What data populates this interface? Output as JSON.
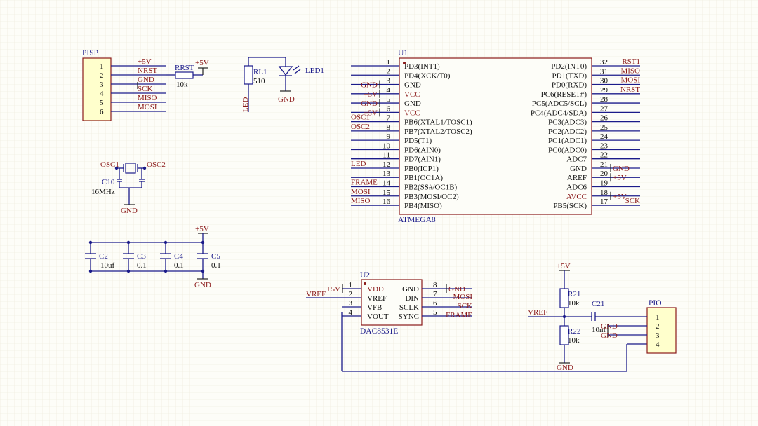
{
  "pisp": {
    "ref": "PISP",
    "pins": [
      "1",
      "2",
      "3",
      "4",
      "5",
      "6"
    ],
    "nets": [
      "+5V",
      "NRST",
      "GND",
      "SCK",
      "MISO",
      "MOSI"
    ],
    "rrst_ref": "RRST",
    "rrst_val": "10k",
    "rrst_pwr": "+5V"
  },
  "led_section": {
    "r_ref": "RL1",
    "r_val": "510",
    "led_ref": "LED1",
    "net": "LED",
    "gnd": "GND"
  },
  "u1": {
    "ref": "U1",
    "part": "ATMEGA8",
    "left_pins": [
      {
        "num": "1",
        "name": "PD3(INT1)",
        "net": "",
        "red": false
      },
      {
        "num": "2",
        "name": "PD4(XCK/T0)",
        "net": "",
        "red": false
      },
      {
        "num": "3",
        "name": "GND",
        "net": "GND",
        "red": false
      },
      {
        "num": "4",
        "name": "VCC",
        "net": "+5V",
        "red": true
      },
      {
        "num": "5",
        "name": "GND",
        "net": "GND",
        "red": false
      },
      {
        "num": "6",
        "name": "VCC",
        "net": "+5V",
        "red": true
      },
      {
        "num": "7",
        "name": "PB6(XTAL1/TOSC1)",
        "net": "OSC1",
        "red": false
      },
      {
        "num": "8",
        "name": "PB7(XTAL2/TOSC2)",
        "net": "OSC2",
        "red": false
      },
      {
        "num": "9",
        "name": "PD5(T1)",
        "net": "",
        "red": false
      },
      {
        "num": "10",
        "name": "PD6(AIN0)",
        "net": "",
        "red": false
      },
      {
        "num": "11",
        "name": "PD7(AIN1)",
        "net": "",
        "red": false
      },
      {
        "num": "12",
        "name": "PB0(ICP1)",
        "net": "LED",
        "red": false
      },
      {
        "num": "13",
        "name": "PB1(OC1A)",
        "net": "",
        "red": false
      },
      {
        "num": "14",
        "name": "PB2(SS#/OC1B)",
        "net": "FRAME",
        "red": false
      },
      {
        "num": "15",
        "name": "PB3(MOSI/OC2)",
        "net": "MOSI",
        "red": false
      },
      {
        "num": "16",
        "name": "PB4(MISO)",
        "net": "MISO",
        "red": false
      }
    ],
    "right_pins": [
      {
        "num": "32",
        "name": "PD2(INT0)",
        "net": "RST1",
        "red": false
      },
      {
        "num": "31",
        "name": "PD1(TXD)",
        "net": "MISO",
        "red": false
      },
      {
        "num": "30",
        "name": "PD0(RXD)",
        "net": "MOSI",
        "red": false
      },
      {
        "num": "29",
        "name": "PC6(RESET#)",
        "net": "NRST",
        "red": false
      },
      {
        "num": "28",
        "name": "PC5(ADC5/SCL)",
        "net": "",
        "red": false
      },
      {
        "num": "27",
        "name": "PC4(ADC4/SDA)",
        "net": "",
        "red": false
      },
      {
        "num": "26",
        "name": "PC3(ADC3)",
        "net": "",
        "red": false
      },
      {
        "num": "25",
        "name": "PC2(ADC2)",
        "net": "",
        "red": false
      },
      {
        "num": "24",
        "name": "PC1(ADC1)",
        "net": "",
        "red": false
      },
      {
        "num": "23",
        "name": "PC0(ADC0)",
        "net": "",
        "red": false
      },
      {
        "num": "22",
        "name": "ADC7",
        "net": "",
        "red": false
      },
      {
        "num": "21",
        "name": "GND",
        "net": "GND",
        "red": false
      },
      {
        "num": "20",
        "name": "AREF",
        "net": "+5V",
        "red": false
      },
      {
        "num": "19",
        "name": "ADC6",
        "net": "",
        "red": false
      },
      {
        "num": "18",
        "name": "AVCC",
        "net": "+5V",
        "red": true
      },
      {
        "num": "17",
        "name": "PB5(SCK)",
        "net": "SCK",
        "red": false
      }
    ]
  },
  "osc": {
    "net1": "OSC1",
    "net2": "OSC2",
    "ref": "C10",
    "val": "16MHz",
    "gnd": "GND"
  },
  "caps": {
    "items": [
      {
        "ref": "C2",
        "val": "10uf"
      },
      {
        "ref": "C3",
        "val": "0.1"
      },
      {
        "ref": "C4",
        "val": "0.1"
      },
      {
        "ref": "C5",
        "val": "0.1"
      }
    ],
    "pwr": "+5V",
    "gnd": "GND"
  },
  "u2": {
    "ref": "U2",
    "part": "DAC8531E",
    "left_pins": [
      {
        "num": "1",
        "name": "VDD",
        "net": "+5V",
        "red": true
      },
      {
        "num": "2",
        "name": "VREF",
        "net": "VREF",
        "red": false
      },
      {
        "num": "3",
        "name": "VFB",
        "net": "",
        "red": false
      },
      {
        "num": "4",
        "name": "VOUT",
        "net": "",
        "red": false
      }
    ],
    "right_pins": [
      {
        "num": "8",
        "name": "GND",
        "net": "GND",
        "red": false
      },
      {
        "num": "7",
        "name": "DIN",
        "net": "MOSI",
        "red": false
      },
      {
        "num": "6",
        "name": "SCLK",
        "net": "SCK",
        "red": false
      },
      {
        "num": "5",
        "name": "SYNC",
        "net": "FRAME",
        "red": false
      }
    ]
  },
  "vref": {
    "pwr": "+5V",
    "r21_ref": "R21",
    "r21_val": "10k",
    "r22_ref": "R22",
    "r22_val": "10k",
    "net": "VREF",
    "c21_ref": "C21",
    "c21_val": "10nf",
    "gnd": "GND"
  },
  "pio": {
    "ref": "PIO",
    "pins": [
      "1",
      "2",
      "3",
      "4"
    ],
    "gnd1": "GND",
    "gnd2": "GND"
  }
}
